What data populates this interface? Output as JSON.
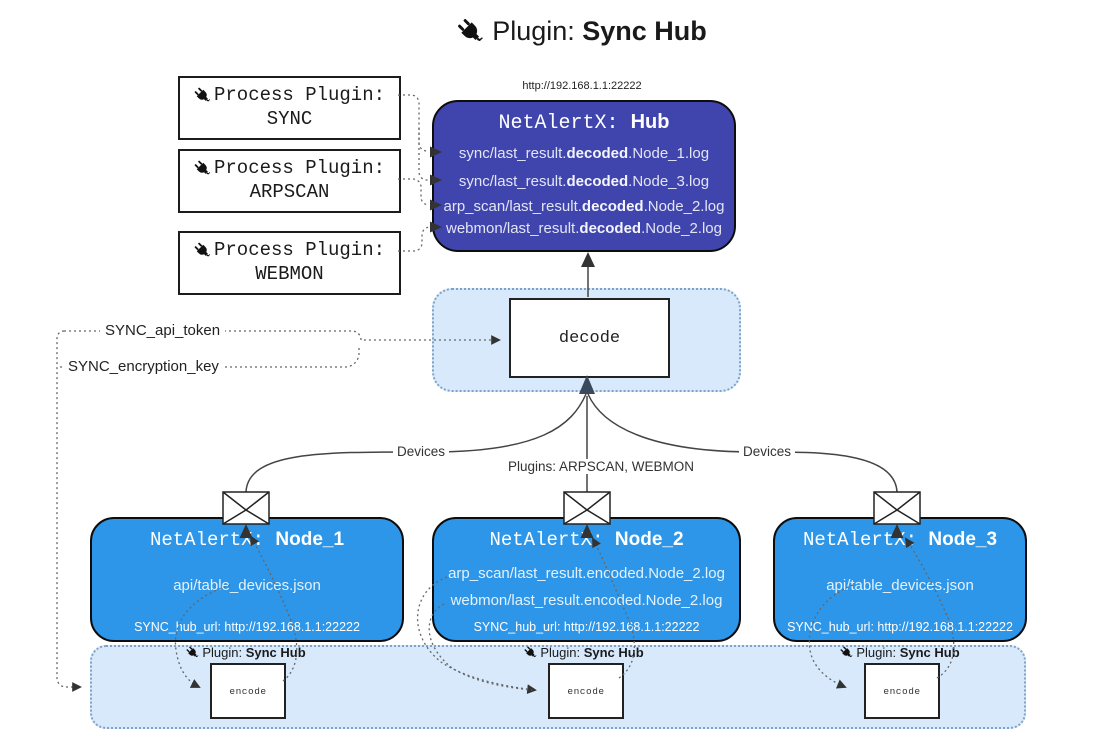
{
  "title": {
    "prefix": "Plugin: ",
    "bold": "Sync Hub"
  },
  "hub": {
    "url": "http://192.168.1.1:22222",
    "title_prefix": "NetAlertX: ",
    "title_bold": "Hub",
    "logs": [
      {
        "pre": "sync/last_result.",
        "bold": "decoded",
        "post": ".Node_1.log"
      },
      {
        "pre": "sync/last_result.",
        "bold": "decoded",
        "post": ".Node_3.log"
      },
      {
        "pre": "arp_scan/last_result.",
        "bold": "decoded",
        "post": ".Node_2.log"
      },
      {
        "pre": "webmon/last_result.",
        "bold": "decoded",
        "post": ".Node_2.log"
      }
    ]
  },
  "process_plugins": [
    {
      "label": "Process Plugin:",
      "name": "SYNC"
    },
    {
      "label": "Process Plugin:",
      "name": "ARPSCAN"
    },
    {
      "label": "Process Plugin:",
      "name": "WEBMON"
    }
  ],
  "decode_label": "decode",
  "settings": {
    "api_token": "SYNC_api_token",
    "encryption_key": "SYNC_encryption_key"
  },
  "edge_labels": {
    "devices_left": "Devices",
    "devices_right": "Devices",
    "plugins_mid": "Plugins: ARPSCAN, WEBMON"
  },
  "nodes": [
    {
      "title_prefix": "NetAlertX: ",
      "title_bold": "Node_1",
      "lines": [
        "api/table_devices.json"
      ],
      "hub_url": "SYNC_hub_url: http://192.168.1.1:22222"
    },
    {
      "title_prefix": "NetAlertX: ",
      "title_bold": "Node_2",
      "lines": [
        "arp_scan/last_result.encoded.Node_2.log",
        "webmon/last_result.encoded.Node_2.log"
      ],
      "hub_url": "SYNC_hub_url: http://192.168.1.1:22222"
    },
    {
      "title_prefix": "NetAlertX: ",
      "title_bold": "Node_3",
      "lines": [
        "api/table_devices.json"
      ],
      "hub_url": "SYNC_hub_url: http://192.168.1.1:22222"
    }
  ],
  "encoders": [
    {
      "prefix": "Plugin: ",
      "bold": "Sync Hub",
      "box_label": "encode"
    },
    {
      "prefix": "Plugin: ",
      "bold": "Sync Hub",
      "box_label": "encode"
    },
    {
      "prefix": "Plugin: ",
      "bold": "Sync Hub",
      "box_label": "encode"
    }
  ],
  "colors": {
    "hub_fill": "#4045ae",
    "node_fill": "#2d96e9",
    "panel_fill": "#d7e9fb"
  }
}
